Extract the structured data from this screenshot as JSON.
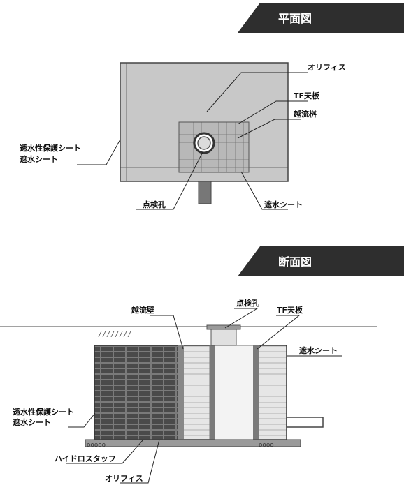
{
  "plan": {
    "header": "平面図",
    "labels": {
      "orifice": "オリフィス",
      "tf_top": "TF天板",
      "weir": "越流桝",
      "perm_sheet_1": "透水性保護シート",
      "perm_sheet_2": "遮水シート",
      "inspection_hole": "点検孔",
      "waterproof_sheet": "遮水シート"
    }
  },
  "section": {
    "header": "断面図",
    "labels": {
      "weir_wall": "越流壁",
      "inspection_hole": "点検孔",
      "tf_top": "TF天板",
      "waterproof_sheet": "遮水シート",
      "perm_sheet_1": "透水性保護シート",
      "perm_sheet_2": "遮水シート",
      "hydro_stop": "ハイドロスタッフ",
      "orifice": "オリフィス"
    }
  },
  "colors": {
    "header_bg": "#2e2e2e",
    "grid_fill": "#c8c8c8",
    "grid_line": "#6a6a6a",
    "dark_block": "#5a5a5a"
  }
}
